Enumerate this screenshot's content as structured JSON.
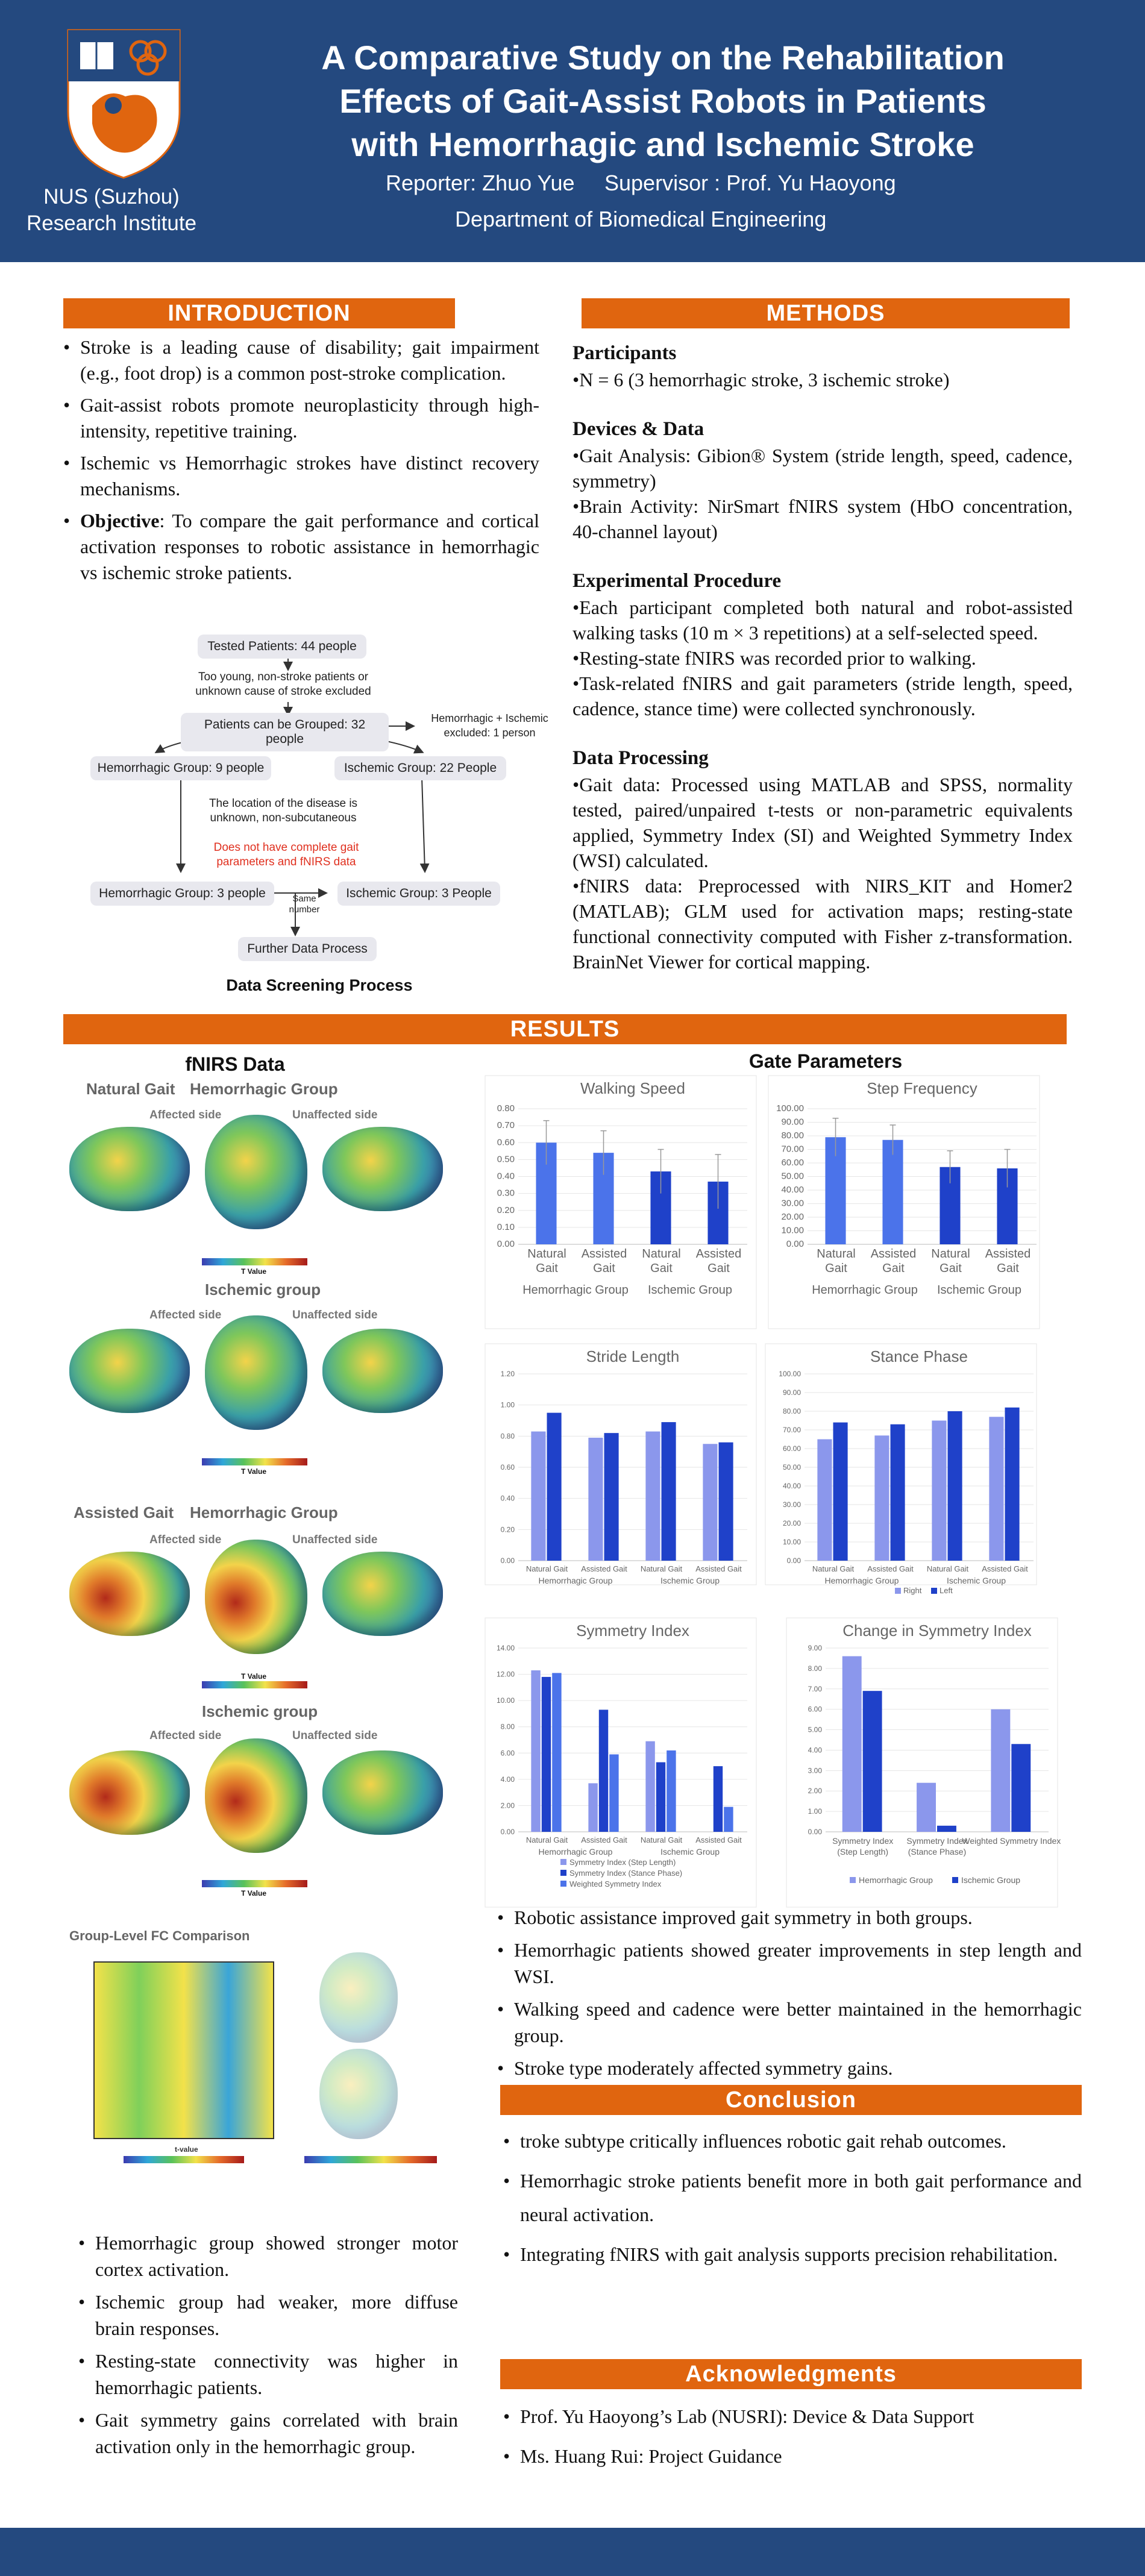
{
  "header": {
    "title_lines": [
      "A Comparative Study on the Rehabilitation",
      "Effects of Gait-Assist Robots in Patients",
      "with Hemorrhagic and Ischemic Stroke"
    ],
    "reporter": "Reporter: Zhuo Yue",
    "supervisor": "Supervisor : Prof. Yu Haoyong",
    "department": "Department of Biomedical Engineering",
    "institute_line1": "NUS (Suzhou)",
    "institute_line2": "Research Institute"
  },
  "colors": {
    "navy": "#24497f",
    "orange": "#e0650f",
    "light_bar": "#8b97ec",
    "dark_bar": "#1f41c9",
    "mid_bar": "#4b73ea"
  },
  "introduction": {
    "heading": "INTRODUCTION",
    "bullets": [
      "Stroke is a leading cause of disability; gait impairment (e.g., foot drop) is a common post-stroke complication.",
      "Gait-assist robots promote neuroplasticity through high-intensity, repetitive training.",
      "Ischemic vs Hemorrhagic strokes have distinct recovery mechanisms."
    ],
    "objective_label": "Objective",
    "objective_text": ": To compare the gait performance and cortical activation responses to robotic assistance in hemorrhagic vs ischemic stroke patients."
  },
  "flowchart": {
    "tested": "Tested Patients: 44 people",
    "excl1": "Too young, non-stroke patients or unknown cause of stroke excluded",
    "grouped": "Patients can be Grouped: 32 people",
    "excl2": "Hemorrhagic + Ischemic excluded: 1 person",
    "hem9": "Hemorrhagic Group: 9 people",
    "isc22": "Ischemic Group: 22 People",
    "note1": "The location of the disease is unknown, non-subcutaneous",
    "note2": "Does not have complete gait parameters and fNIRS data",
    "hem3": "Hemorrhagic Group: 3 people",
    "isc3": "Ischemic Group: 3 People",
    "same": "Same number",
    "further": "Further Data Process",
    "caption": "Data Screening Process"
  },
  "methods": {
    "heading": "METHODS",
    "participants_h": "Participants",
    "participants": "•N = 6 (3 hemorrhagic stroke, 3 ischemic stroke)",
    "devices_h": "Devices & Data",
    "devices": [
      "•Gait Analysis: Gibion® System (stride length, speed, cadence, symmetry)",
      "•Brain Activity: NirSmart fNIRS system (HbO concentration, 40-channel layout)"
    ],
    "procedure_h": "Experimental Procedure",
    "procedure": [
      "•Each participant completed both natural and robot-assisted walking tasks (10 m × 3 repetitions) at a self-selected speed.",
      "•Resting-state fNIRS was recorded prior to walking.",
      "•Task-related fNIRS and gait parameters (stride length, speed, cadence, stance time) were collected synchronously."
    ],
    "processing_h": "Data Processing",
    "processing": [
      "•Gait data: Processed using MATLAB and SPSS, normality tested, paired/unpaired t-tests or non-parametric equivalents applied, Symmetry Index (SI) and Weighted Symmetry Index (WSI) calculated.",
      "•fNIRS data: Preprocessed with NIRS_KIT and Homer2 (MATLAB); GLM used for activation maps; resting-state functional connectivity computed with Fisher z-transformation. BrainNet Viewer for cortical mapping."
    ]
  },
  "results": {
    "heading": "RESULTS",
    "fnirs_title": "fNIRS Data",
    "natural_gait": "Natural Gait",
    "assisted_gait": "Assisted Gait",
    "hem_group": "Hemorrhagic Group",
    "isc_group": "Ischemic group",
    "isc_group2": "Ischemic group",
    "affected": "Affected side",
    "unaffected": "Unaffected side",
    "tvalue": "T Value",
    "fc_title": "Group-Level FC Comparison",
    "tvalue_small": "t-value",
    "gate_title": "Gate Parameters",
    "fnirs_bullets": [
      "Hemorrhagic group showed stronger motor cortex activation.",
      "Ischemic group had weaker, more diffuse brain responses.",
      "Resting-state connectivity was higher in hemorrhagic patients.",
      "Gait symmetry gains correlated with brain activation only in the hemorrhagic group."
    ],
    "gait_bullets": [
      "Robotic assistance improved gait symmetry in both groups.",
      "Hemorrhagic patients showed greater improvements in step length and WSI.",
      "Walking speed and cadence were better maintained in the hemorrhagic group.",
      "Stroke type moderately affected symmetry gains."
    ]
  },
  "conclusion": {
    "heading": "Conclusion",
    "bullets": [
      "troke subtype critically influences robotic gait rehab outcomes.",
      "Hemorrhagic stroke patients benefit more in both gait performance and neural activation.",
      "Integrating fNIRS with gait analysis supports precision rehabilitation."
    ]
  },
  "acknowledgments": {
    "heading": "Acknowledgments",
    "bullets": [
      "Prof. Yu Haoyong’s Lab (NUSRI): Device & Data Support",
      "Ms. Huang Rui: Project Guidance"
    ]
  },
  "chart_data": [
    {
      "type": "bar",
      "title": "Walking Speed",
      "categories": [
        "Natural Gait",
        "Assisted Gait",
        "Natural Gait",
        "Assisted Gait"
      ],
      "groups": [
        "Hemorrhagic Group",
        "Ischemic Group"
      ],
      "values": [
        0.6,
        0.54,
        0.43,
        0.37
      ],
      "errors": [
        0.13,
        0.13,
        0.13,
        0.16
      ],
      "ylim": [
        0,
        0.8
      ],
      "ticks": [
        "0.00",
        "0.10",
        "0.20",
        "0.30",
        "0.40",
        "0.50",
        "0.60",
        "0.70",
        "0.80"
      ]
    },
    {
      "type": "bar",
      "title": "Step Frequency",
      "categories": [
        "Natural Gait",
        "Assisted Gait",
        "Natural Gait",
        "Assisted Gait"
      ],
      "groups": [
        "Hemorrhagic Group",
        "Ischemic Group"
      ],
      "values": [
        79,
        77,
        57,
        56
      ],
      "errors": [
        14,
        11,
        12,
        14
      ],
      "ylim": [
        0,
        100
      ],
      "ticks": [
        "0.00",
        "10.00",
        "20.00",
        "30.00",
        "40.00",
        "50.00",
        "60.00",
        "70.00",
        "80.00",
        "90.00",
        "100.00"
      ]
    },
    {
      "type": "bar",
      "title": "Stride Length",
      "categories": [
        "Natural Gait",
        "Assisted Gait",
        "Natural Gait",
        "Assisted Gait"
      ],
      "groups": [
        "Hemorrhagic Group",
        "Ischemic Group"
      ],
      "series": [
        {
          "name": "Right",
          "values": [
            0.83,
            0.79,
            0.83,
            0.75
          ]
        },
        {
          "name": "Left",
          "values": [
            0.95,
            0.82,
            0.89,
            0.76
          ]
        }
      ],
      "ylim": [
        0,
        1.2
      ],
      "ticks": [
        "0.00",
        "0.20",
        "0.40",
        "0.60",
        "0.80",
        "1.00",
        "1.20"
      ]
    },
    {
      "type": "bar",
      "title": "Stance Phase",
      "categories": [
        "Natural Gait",
        "Assisted Gait",
        "Natural Gait",
        "Assisted Gait"
      ],
      "groups": [
        "Hemorrhagic Group",
        "Ischemic Group"
      ],
      "series": [
        {
          "name": "Right",
          "values": [
            65,
            67,
            75,
            77
          ]
        },
        {
          "name": "Left",
          "values": [
            74,
            73,
            80,
            82
          ]
        }
      ],
      "ylim": [
        0,
        100
      ],
      "ticks": [
        "0.00",
        "10.00",
        "20.00",
        "30.00",
        "40.00",
        "50.00",
        "60.00",
        "70.00",
        "80.00",
        "90.00",
        "100.00"
      ],
      "legend": [
        "Right",
        "Left"
      ]
    },
    {
      "type": "bar",
      "title": "Symmetry Index",
      "categories": [
        "Natural Gait",
        "Assisted Gait",
        "Natural Gait",
        "Assisted Gait"
      ],
      "groups": [
        "Hemorrhagic Group",
        "Ischemic Group"
      ],
      "series": [
        {
          "name": "Symmetry Index (Step Length)",
          "values": [
            12.3,
            3.7,
            6.9,
            0
          ]
        },
        {
          "name": "Symmetry Index (Stance Phase)",
          "values": [
            11.8,
            9.3,
            5.3,
            5.0
          ]
        },
        {
          "name": "Weighted Symmetry Index",
          "values": [
            12.1,
            5.9,
            6.2,
            1.9
          ]
        }
      ],
      "ylim": [
        0,
        14
      ],
      "ticks": [
        "0.00",
        "2.00",
        "4.00",
        "6.00",
        "8.00",
        "10.00",
        "12.00",
        "14.00"
      ]
    },
    {
      "type": "bar",
      "title": "Change in Symmetry Index",
      "categories": [
        "Symmetry Index (Step Length)",
        "Symmetry Index (Stance Phase)",
        "Weighted Symmetry Index"
      ],
      "series": [
        {
          "name": "Hemorrhagic Group",
          "values": [
            8.6,
            2.4,
            6.0
          ]
        },
        {
          "name": "Ischemic Group",
          "values": [
            6.9,
            0.3,
            4.3
          ]
        }
      ],
      "ylim": [
        0,
        9
      ],
      "ticks": [
        "0.00",
        "1.00",
        "2.00",
        "3.00",
        "4.00",
        "5.00",
        "6.00",
        "7.00",
        "8.00",
        "9.00"
      ]
    }
  ]
}
